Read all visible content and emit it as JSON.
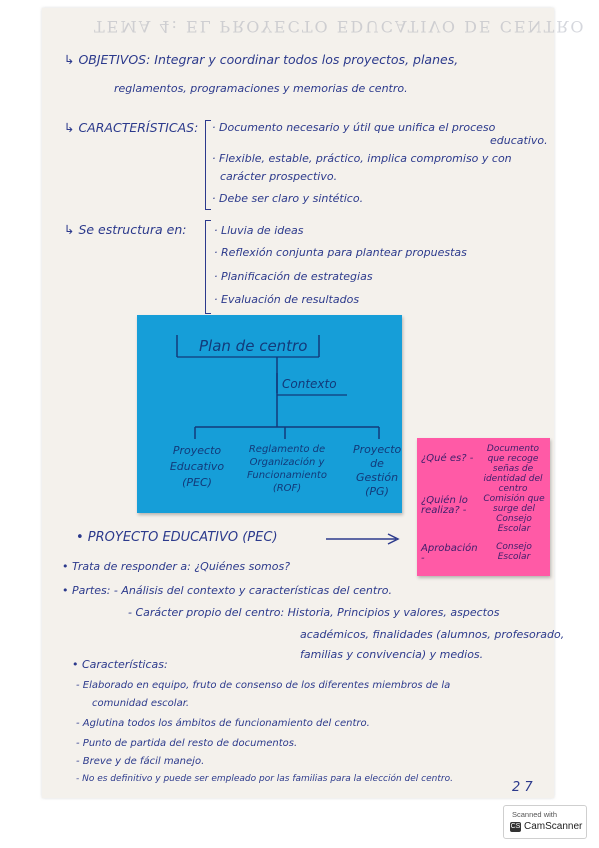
{
  "notes": {
    "bleed_text": "TEMA 4: EL PROYECTO EDUCATIVO DE CENTRO",
    "objetivos": "↳ OBJETIVOS: Integrar y coordinar todos los proyectos, planes,",
    "objetivos_cont": "reglamentos, programaciones y memorias de centro.",
    "caracteristicas_label": "↳ CARACTERÍSTICAS:",
    "caracteristicas_items": [
      "· Documento necesario y útil que unifica el proceso",
      "educativo.",
      "· Flexible, estable, práctico, implica compromiso y con",
      "carácter prospectivo.",
      "· Debe ser claro y sintético."
    ],
    "estructura_label": "↳ Se estructura en:",
    "estructura_items": [
      "· Lluvia de ideas",
      "· Reflexión conjunta para plantear propuestas",
      "· Planificación de estrategias",
      "· Evaluación de resultados"
    ],
    "pec_title": "• PROYECTO EDUCATIVO (PEC)",
    "pec_lines": [
      "• Trata de responder a: ¿Quiénes somos?",
      "• Partes: - Análisis del contexto y características del centro.",
      "- Carácter propio del centro: Historia, Principios y valores, aspectos",
      "académicos, finalidades (alumnos, profesorado,",
      "familias y convivencia) y medios."
    ],
    "caract_title": "• Características:",
    "caract_items": [
      "- Elaborado en equipo, fruto de consenso de los diferentes miembros de la",
      "comunidad escolar.",
      "- Aglutina todos los ámbitos de funcionamiento del centro.",
      "- Punto de partida del resto de documentos.",
      "- Breve y de fácil manejo.",
      "- No es definitivo y puede ser empleado por las familias para la elección del centro."
    ],
    "page_number": "2  7"
  },
  "blue_note": {
    "title": "Plan de centro",
    "center": "Contexto",
    "col1": [
      "Proyecto",
      "Educativo",
      "(PEC)"
    ],
    "col2": [
      "Reglamento de",
      "Organización y",
      "Funcionamiento",
      "(ROF)"
    ],
    "col3": [
      "Proyecto",
      "de",
      "Gestión",
      "(PG)"
    ]
  },
  "pink_note": {
    "q1": "¿Qué es? -",
    "a1": "Documento que recoge señas de identidad del centro",
    "q2": "¿Quién lo realiza? -",
    "a2": "Comisión que surge del Consejo Escolar",
    "q3": "Aprobación -",
    "a3": "Consejo Escolar"
  },
  "scanner": {
    "line1": "Scanned with",
    "line2": "CamScanner",
    "logo": "CS"
  },
  "colors": {
    "ink": "#2c3a8c",
    "blue_note": "#169ed8",
    "pink_note": "#ff5aa6",
    "paper": "#f4f1ec"
  }
}
